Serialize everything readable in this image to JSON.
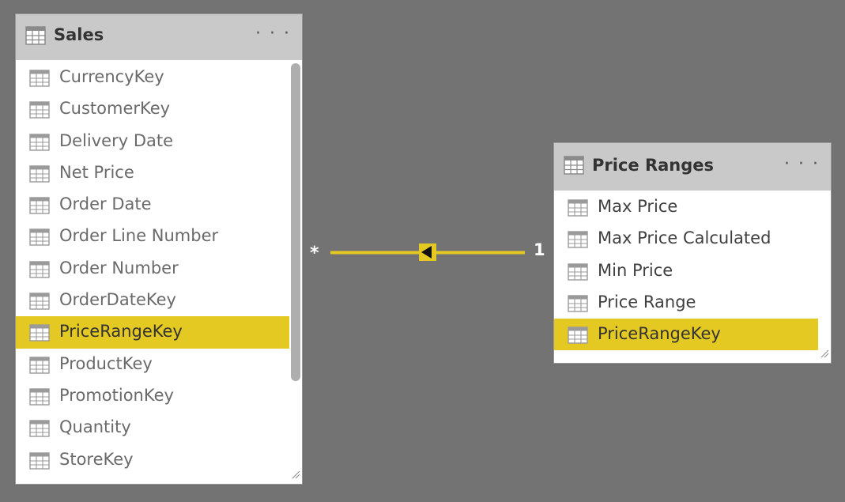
{
  "sales_table": {
    "title": "Sales",
    "menu": "· · ·",
    "fields": [
      {
        "label": "CurrencyKey",
        "selected": false
      },
      {
        "label": "CustomerKey",
        "selected": false
      },
      {
        "label": "Delivery Date",
        "selected": false
      },
      {
        "label": "Net Price",
        "selected": false
      },
      {
        "label": "Order Date",
        "selected": false
      },
      {
        "label": "Order Line Number",
        "selected": false
      },
      {
        "label": "Order Number",
        "selected": false
      },
      {
        "label": "OrderDateKey",
        "selected": false
      },
      {
        "label": "PriceRangeKey",
        "selected": true
      },
      {
        "label": "ProductKey",
        "selected": false
      },
      {
        "label": "PromotionKey",
        "selected": false
      },
      {
        "label": "Quantity",
        "selected": false
      },
      {
        "label": "StoreKey",
        "selected": false
      }
    ]
  },
  "price_ranges_table": {
    "title": "Price Ranges",
    "menu": "· · ·",
    "fields": [
      {
        "label": "Max Price",
        "selected": false
      },
      {
        "label": "Max Price Calculated",
        "selected": false
      },
      {
        "label": "Min Price",
        "selected": false
      },
      {
        "label": "Price Range",
        "selected": false
      },
      {
        "label": "PriceRangeKey",
        "selected": true
      }
    ]
  },
  "relationship": {
    "many_side_label": "*",
    "one_side_label": "1",
    "line_color": "#e5c923",
    "filter_direction_icon": "left-arrow-icon"
  },
  "colors": {
    "canvas": "#737373",
    "header": "#c9c9c9",
    "selected": "#e5c923"
  }
}
